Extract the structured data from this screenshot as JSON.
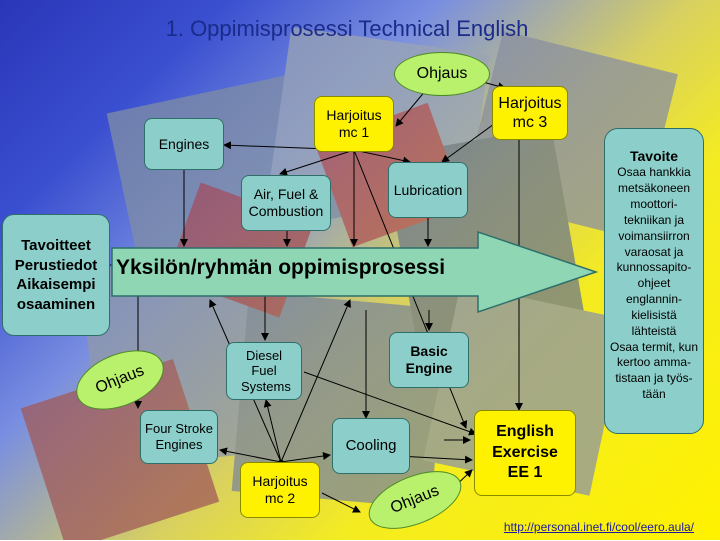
{
  "title": "1. Oppimisprosessi Technical English",
  "arrow_label": "Yksilön/ryhmän oppimisprosessi",
  "ohjaus": "Ohjaus",
  "nodes": {
    "engines": "Engines",
    "harjoitus_mc1": "Harjoitus mc 1",
    "harjoitus_mc3": "Harjoitus mc 3",
    "air_fuel": "Air, Fuel & Combustion",
    "lubrication": "Lubrication",
    "diesel": "Diesel Fuel Systems",
    "basic_engine": "Basic Engine",
    "four_stroke": "Four Stroke Engines",
    "cooling": "Cooling",
    "harjoitus_mc2": "Harjoitus mc 2",
    "english_exercise": "English Exercise EE 1"
  },
  "tavoitteet": {
    "heading": "Tavoitteet",
    "lines": [
      "Perustiedot",
      "Aikaisempi",
      "osaaminen"
    ]
  },
  "tavoite": {
    "heading": "Tavoite",
    "lines": [
      "Osaa hankkia",
      "metsäkoneen",
      "moottori-",
      "tekniikan ja",
      "voimansiirron",
      "varaosat ja",
      "kunnossapito-",
      "ohjeet",
      "englannin-",
      "kielisistä",
      "lähteistä",
      "Osaa termit, kun",
      "kertoo amma-",
      "tistaan ja työs-",
      "tään"
    ]
  },
  "url": "http://personal.inet.fi/cool/eero.aula/",
  "colors": {
    "teal": "#8ccfca",
    "yellow": "#fff200",
    "green": "#b9f06c",
    "title": "#1a2b8a"
  }
}
